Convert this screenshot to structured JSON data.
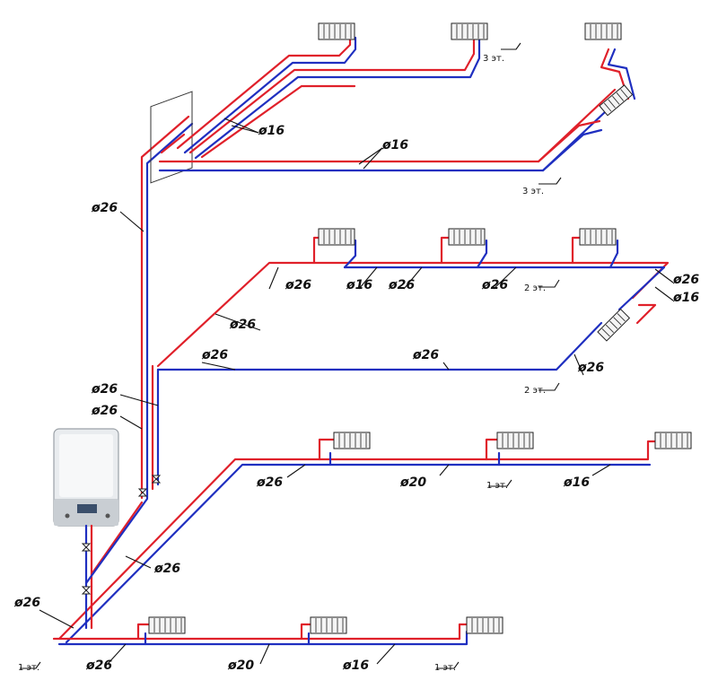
{
  "labels": {
    "d16_top_a": "ø16",
    "d16_top_b": "ø16",
    "riser_main": "ø26",
    "f2_a": "ø26",
    "f2_b": "ø16",
    "f2_c": "ø26",
    "f2_d": "ø26",
    "f2_right_a": "ø26",
    "f2_right_b": "ø16",
    "f2_diag": "ø26",
    "f2_return": "ø26",
    "f2_return_mid": "ø26",
    "f2_right_lower": "ø26",
    "riser_a": "ø26",
    "riser_b": "ø26",
    "f1u_a": "ø26",
    "f1u_b": "ø20",
    "f1u_c": "ø16",
    "f1u_diag": "ø26",
    "f1_left": "ø26",
    "f1_a": "ø26",
    "f1_b": "ø20",
    "f1_c": "ø16"
  },
  "levels": {
    "top_right": "3 эт.",
    "top_lower": "3 эт.",
    "mid_upper": "2 эт.",
    "mid_lower": "2 эт.",
    "low_upper": "1 эт.",
    "bottom_left": "1 эт.",
    "bottom_right": "1 эт."
  },
  "colors": {
    "supply": "#e0202a",
    "return": "#1f2fc0"
  },
  "boiler": {
    "icon": "gas-boiler-icon"
  }
}
